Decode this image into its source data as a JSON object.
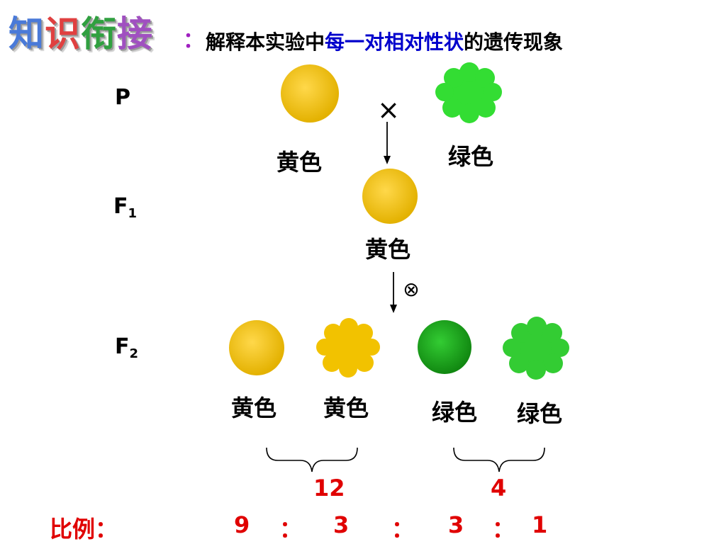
{
  "header": {
    "decor_chars": [
      "知",
      "识",
      "衔",
      "接"
    ],
    "decor_colors": [
      "#4a7ad8",
      "#e04040",
      "#30a040",
      "#a050c0"
    ],
    "colon": "：",
    "colon_color": "#a020c0",
    "text_before": "解释本实验中",
    "text_highlight": "每一对相对性状",
    "text_after": "的遗传现象",
    "highlight_color": "#0000cc"
  },
  "generations": {
    "p": "P",
    "f1_base": "F",
    "f1_sub": "1",
    "f2_base": "F",
    "f2_sub": "2"
  },
  "cross_symbol": "×",
  "self_symbol": "⊗",
  "parents": {
    "yellow_label": "黄色",
    "green_label": "绿色"
  },
  "f1": {
    "label": "黄色"
  },
  "f2": {
    "labels": [
      "黄色",
      "黄色",
      "绿色",
      "绿色"
    ]
  },
  "groups": {
    "yellow_total": "12",
    "green_total": "4"
  },
  "ratio": {
    "label": "比例：",
    "values": [
      "9",
      "3",
      "3",
      "1"
    ],
    "separator": "："
  },
  "colors": {
    "yellow": "#f2c200",
    "green": "#22aa22",
    "bright_green": "#33dd33",
    "red": "#e00000"
  }
}
